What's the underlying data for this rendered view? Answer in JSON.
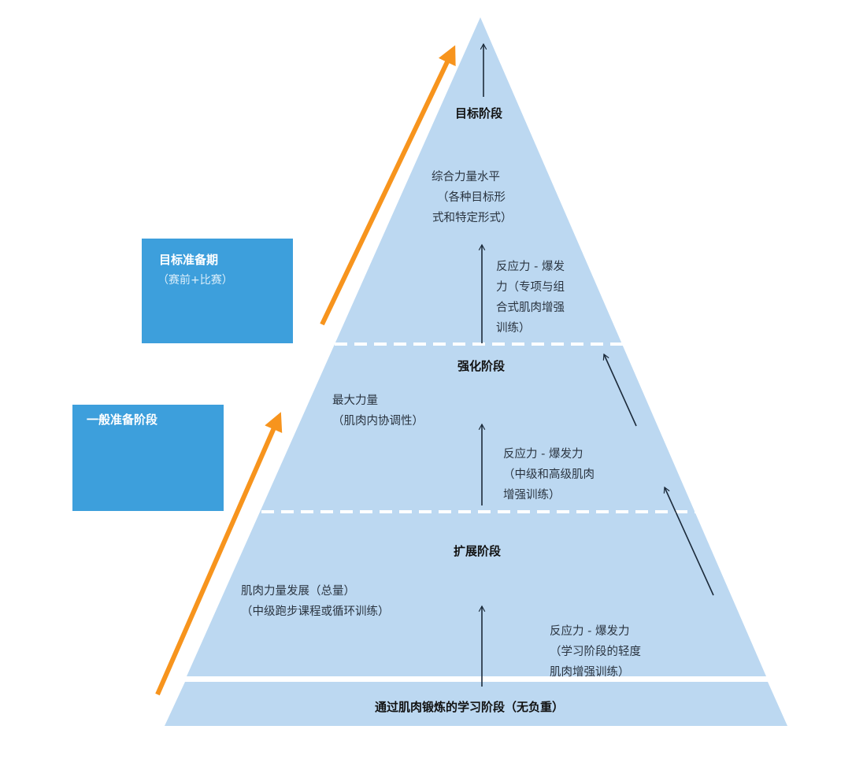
{
  "colors": {
    "pyramid_fill": "#bcd8f1",
    "box_fill": "#3d9fdc",
    "orange_arrow": "#f7941d",
    "dark_arrow": "#1b2a3a",
    "divider": "#ffffff"
  },
  "side_boxes": {
    "target_prep": {
      "title": "目标准备期",
      "subtitle": "（赛前+比赛）"
    },
    "general_prep": {
      "title": "一般准备阶段"
    }
  },
  "stages": {
    "target": "目标阶段",
    "strengthen": "强化阶段",
    "expand": "扩展阶段",
    "base": "通过肌肉锻炼的学习阶段（无负重）"
  },
  "labels": {
    "top_strength": [
      "综合力量水平",
      "（各种目标形",
      "式和特定形式）"
    ],
    "top_reactive": [
      "反应力 - 爆发",
      "力（专项与组",
      "合式肌肉增强",
      "训练）"
    ],
    "mid_max": [
      "最大力量",
      "（肌肉内协调性）"
    ],
    "mid_reactive": [
      "反应力 - 爆发力",
      "（中级和高级肌肉",
      "增强训练）"
    ],
    "low_muscle": [
      "肌肉力量发展（总量）",
      "（中级跑步课程或循环训练）"
    ],
    "low_reactive": [
      "反应力 - 爆发力",
      "（学习阶段的轻度",
      "肌肉增强训练）"
    ]
  }
}
